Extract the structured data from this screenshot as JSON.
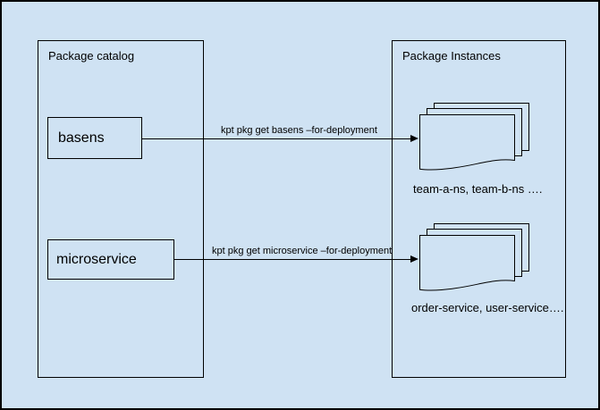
{
  "colors": {
    "background": "#cfe2f3",
    "stroke": "#000000",
    "text": "#000000"
  },
  "catalog": {
    "title": "Package catalog",
    "items": [
      {
        "label": "basens"
      },
      {
        "label": "microservice"
      }
    ]
  },
  "instances": {
    "title": "Package Instances",
    "stacks": [
      {
        "caption": "team-a-ns, team-b-ns …."
      },
      {
        "caption": "order-service, user-service…."
      }
    ]
  },
  "arrows": [
    {
      "label": "kpt pkg get basens –for-deployment"
    },
    {
      "label": "kpt pkg get microservice –for-deployment"
    }
  ]
}
